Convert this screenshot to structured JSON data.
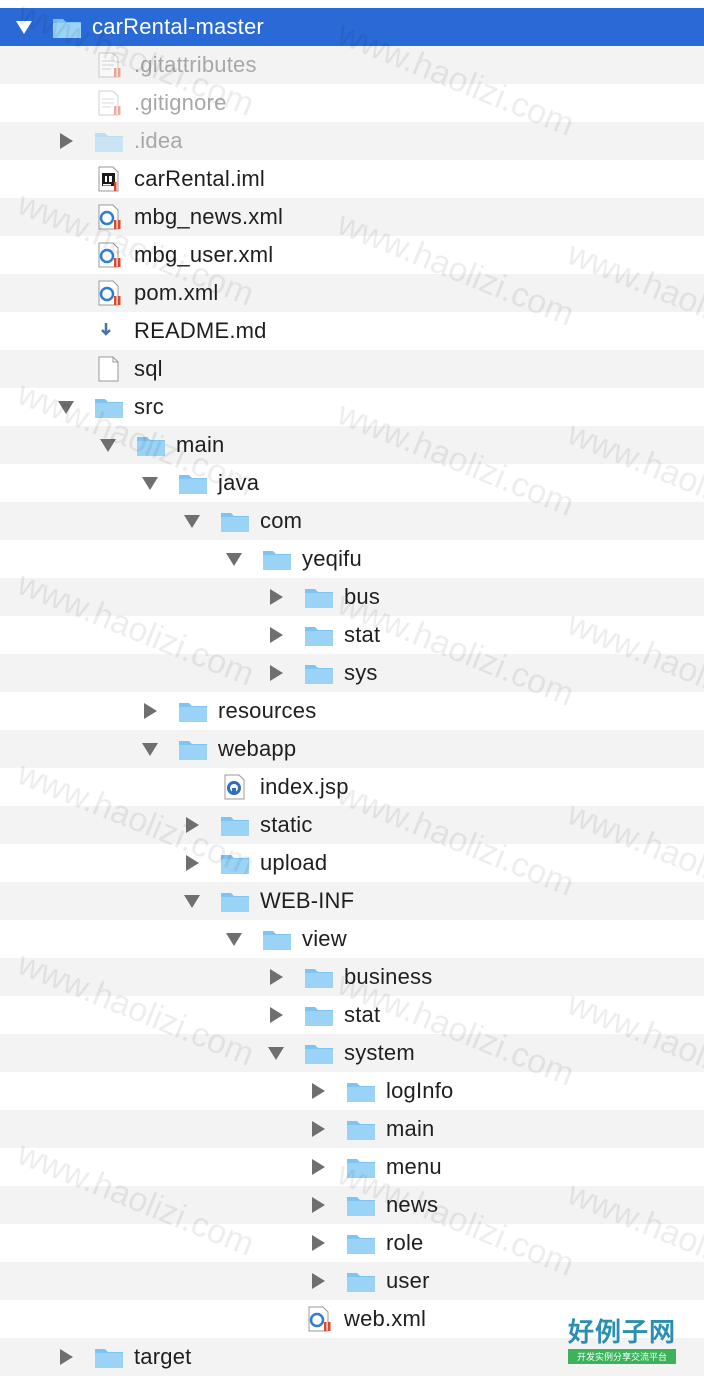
{
  "window": {
    "partial_top_text": ""
  },
  "colors": {
    "selected": "#2a6ad6",
    "folder": "#7cc4f2",
    "alt_row": "#f3f3f3"
  },
  "watermark": {
    "text": "www.haolizi.com",
    "logo_main": "好例子网",
    "logo_sub": "开发实例分享交流平台"
  },
  "tree": [
    {
      "label": "carRental-master",
      "depth": 0,
      "type": "folder",
      "toggle": "open",
      "selected": true
    },
    {
      "label": ".gitattributes",
      "depth": 1,
      "type": "doc",
      "toggle": "none",
      "dim": true
    },
    {
      "label": ".gitignore",
      "depth": 1,
      "type": "doc",
      "toggle": "none",
      "dim": true
    },
    {
      "label": ".idea",
      "depth": 1,
      "type": "folder",
      "toggle": "closed",
      "dim": true
    },
    {
      "label": "carRental.iml",
      "depth": 1,
      "type": "iml",
      "toggle": "none"
    },
    {
      "label": "mbg_news.xml",
      "depth": 1,
      "type": "xml",
      "toggle": "none"
    },
    {
      "label": "mbg_user.xml",
      "depth": 1,
      "type": "xml",
      "toggle": "none"
    },
    {
      "label": "pom.xml",
      "depth": 1,
      "type": "xml",
      "toggle": "none"
    },
    {
      "label": "README.md",
      "depth": 1,
      "type": "md",
      "toggle": "none"
    },
    {
      "label": "sql",
      "depth": 1,
      "type": "blank",
      "toggle": "none"
    },
    {
      "label": "src",
      "depth": 1,
      "type": "folder",
      "toggle": "open"
    },
    {
      "label": "main",
      "depth": 2,
      "type": "folder",
      "toggle": "open"
    },
    {
      "label": "java",
      "depth": 3,
      "type": "folder",
      "toggle": "open"
    },
    {
      "label": "com",
      "depth": 4,
      "type": "folder",
      "toggle": "open"
    },
    {
      "label": "yeqifu",
      "depth": 5,
      "type": "folder",
      "toggle": "open"
    },
    {
      "label": "bus",
      "depth": 6,
      "type": "folder",
      "toggle": "closed"
    },
    {
      "label": "stat",
      "depth": 6,
      "type": "folder",
      "toggle": "closed"
    },
    {
      "label": "sys",
      "depth": 6,
      "type": "folder",
      "toggle": "closed"
    },
    {
      "label": "resources",
      "depth": 3,
      "type": "folder",
      "toggle": "closed"
    },
    {
      "label": "webapp",
      "depth": 3,
      "type": "folder",
      "toggle": "open"
    },
    {
      "label": "index.jsp",
      "depth": 4,
      "type": "jsp",
      "toggle": "none"
    },
    {
      "label": "static",
      "depth": 4,
      "type": "folder",
      "toggle": "closed"
    },
    {
      "label": "upload",
      "depth": 4,
      "type": "folder",
      "toggle": "closed"
    },
    {
      "label": "WEB-INF",
      "depth": 4,
      "type": "folder",
      "toggle": "open"
    },
    {
      "label": "view",
      "depth": 5,
      "type": "folder",
      "toggle": "open"
    },
    {
      "label": "business",
      "depth": 6,
      "type": "folder",
      "toggle": "closed"
    },
    {
      "label": "stat",
      "depth": 6,
      "type": "folder",
      "toggle": "closed"
    },
    {
      "label": "system",
      "depth": 6,
      "type": "folder",
      "toggle": "open"
    },
    {
      "label": "logInfo",
      "depth": 7,
      "type": "folder",
      "toggle": "closed"
    },
    {
      "label": "main",
      "depth": 7,
      "type": "folder",
      "toggle": "closed"
    },
    {
      "label": "menu",
      "depth": 7,
      "type": "folder",
      "toggle": "closed"
    },
    {
      "label": "news",
      "depth": 7,
      "type": "folder",
      "toggle": "closed"
    },
    {
      "label": "role",
      "depth": 7,
      "type": "folder",
      "toggle": "closed"
    },
    {
      "label": "user",
      "depth": 7,
      "type": "folder",
      "toggle": "closed"
    },
    {
      "label": "web.xml",
      "depth": 6,
      "type": "xml",
      "toggle": "none"
    },
    {
      "label": "target",
      "depth": 1,
      "type": "folder",
      "toggle": "closed"
    }
  ]
}
